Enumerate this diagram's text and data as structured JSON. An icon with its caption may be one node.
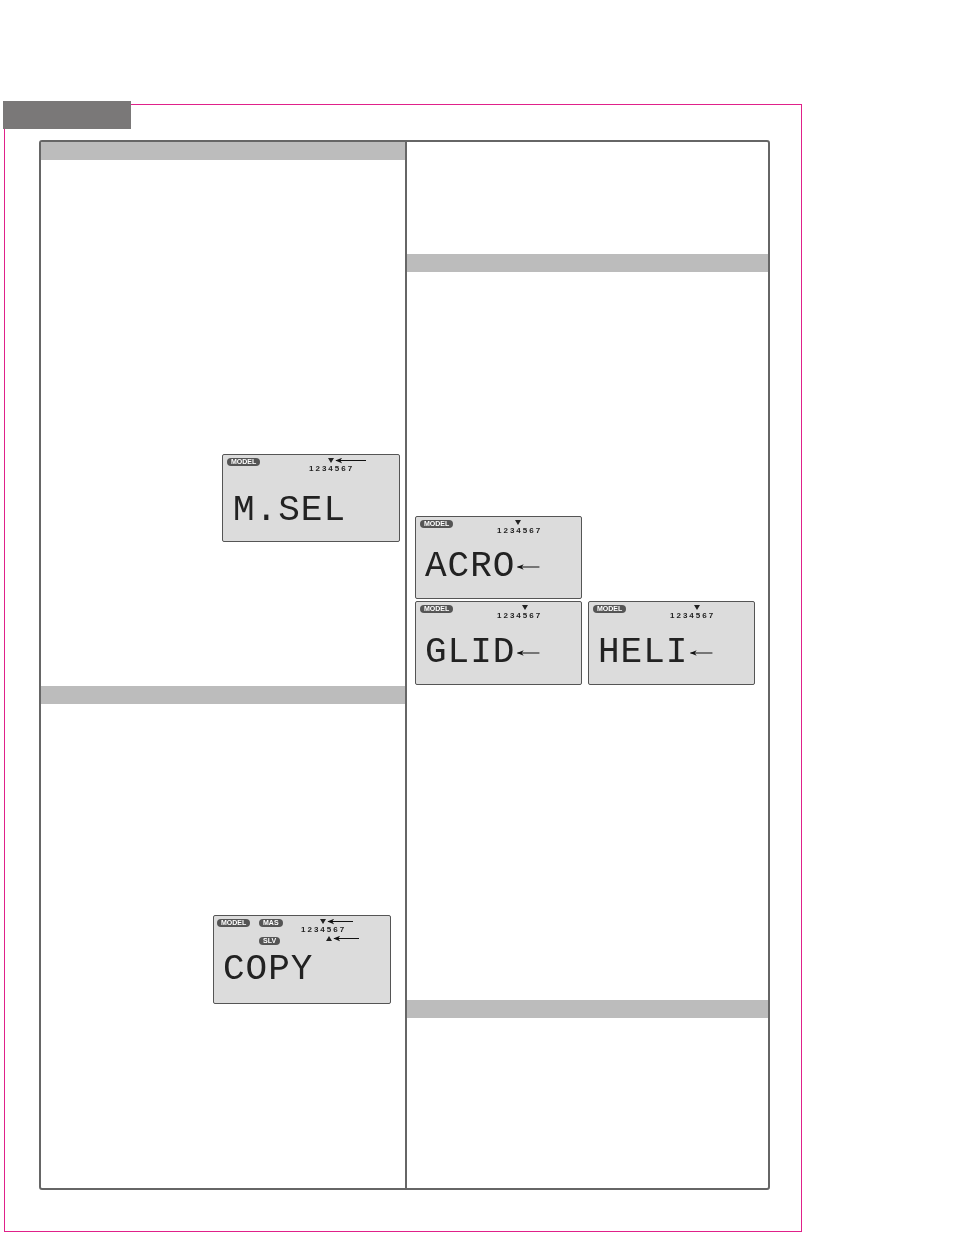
{
  "diagram": {
    "nodes": [
      {
        "text": [
          "MODEL",
          "1234567"
        ]
      },
      {
        "text": [],
        "shape": "triangle",
        "in": 0
      },
      {
        "text": [
          "M.SEL"
        ],
        "in": 0
      },
      {
        "text": [
          "MODEL",
          "MAS",
          "SLV",
          "1234567"
        ]
      },
      {
        "text": [],
        "shape": "triangle",
        "in": 3
      },
      {
        "text": [],
        "shape": "triangle",
        "in": 3
      },
      {
        "text": [
          "COPY"
        ],
        "in": 3
      },
      {
        "text": [
          "MODEL",
          "1234567"
        ]
      },
      {
        "text": [],
        "shape": "triangle",
        "in": 7
      },
      {
        "text": [
          "ACRO"
        ],
        "in": 7
      },
      {
        "text": [
          "MODEL",
          "1234567"
        ]
      },
      {
        "text": [],
        "shape": "triangle",
        "in": 10
      },
      {
        "text": [
          "GLID"
        ],
        "in": 10
      },
      {
        "text": [
          "MODEL",
          "1234567"
        ]
      },
      {
        "text": [],
        "shape": "triangle",
        "in": 13
      },
      {
        "text": [
          "HELI"
        ],
        "in": 13
      },
      {
        "text": [],
        "shape": "box"
      }
    ],
    "edges": [
      {
        "from": null,
        "to": 1,
        "arrow": "to"
      },
      {
        "from": null,
        "to": 4,
        "arrow": "to"
      },
      {
        "from": null,
        "to": 5,
        "arrow": "to"
      },
      {
        "from": null,
        "to": 9,
        "arrow": "to"
      },
      {
        "from": null,
        "to": 12,
        "arrow": "to"
      },
      {
        "from": null,
        "to": 15,
        "arrow": "to"
      }
    ]
  }
}
